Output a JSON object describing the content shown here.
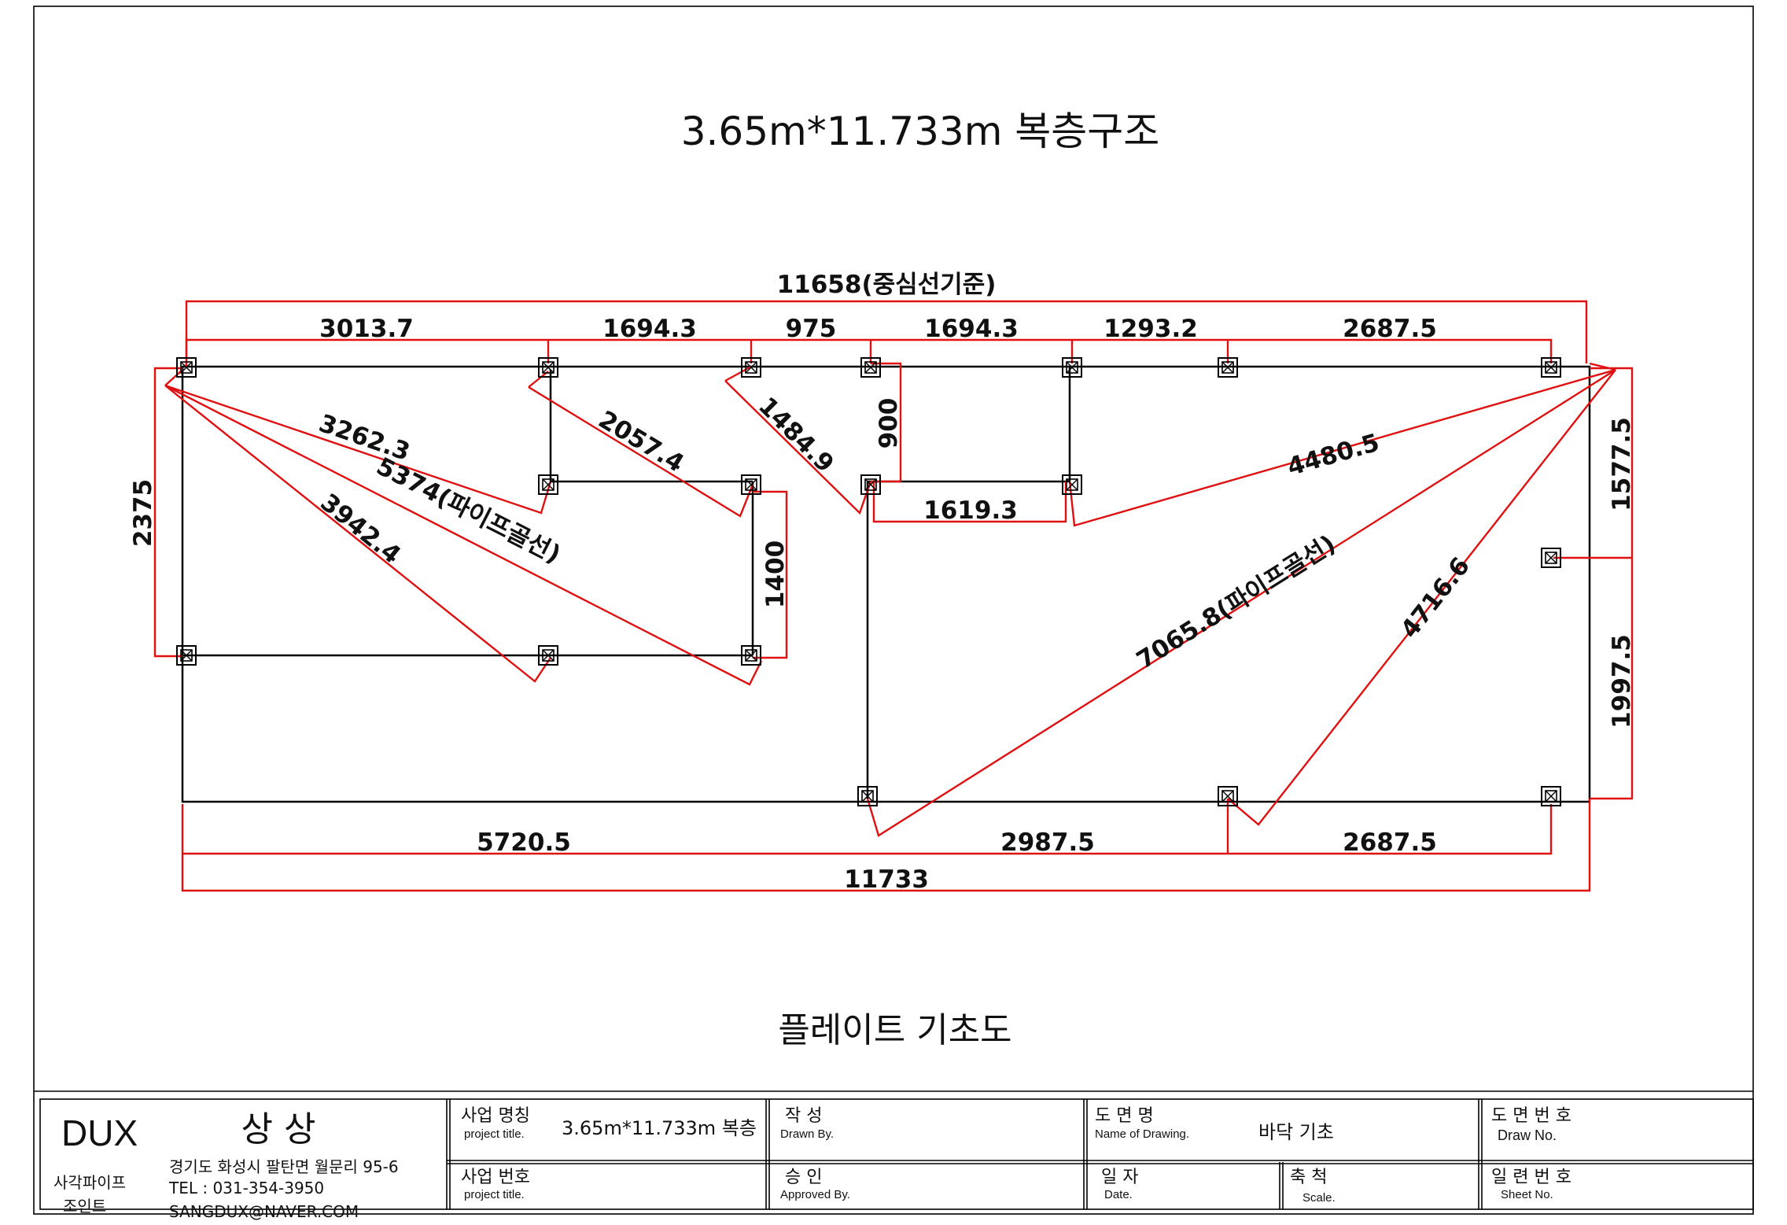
{
  "drawing_title": "3.65m*11.733m 복층구조",
  "plan_title": "플레이트 기초도",
  "colors": {
    "dimension_line": "#e01010",
    "structure_line": "#000000"
  },
  "dimensions": {
    "overall_top": "11658(중심선기준)",
    "top_segments": [
      "3013.7",
      "1694.3",
      "975",
      "1694.3",
      "1293.2",
      "2687.5"
    ],
    "left_height": "2375",
    "right_upper": "1577.5",
    "right_lower": "1997.5",
    "diag_3262": "3262.3",
    "diag_5374": "5374(파이프골선)",
    "diag_3942": "3942.4",
    "diag_2057": "2057.4",
    "diag_1484": "1484.9",
    "vert_900": "900",
    "vert_1400": "1400",
    "horiz_1619": "1619.3",
    "diag_4480": "4480.5",
    "diag_7065": "7065.8(파이프골선)",
    "diag_4716": "4716.6",
    "bottom_segments": [
      "5720.5",
      "2987.5",
      "2687.5"
    ],
    "overall_bottom": "11733"
  },
  "title_block": {
    "brand": "DUX",
    "company_name": "상 상",
    "company_type_line1": "사각파이프",
    "company_type_line2": "조인트",
    "address": "경기도 화성시 팔탄면 월문리 95-6",
    "tel": "TEL : 031-354-3950",
    "email": "SANGDUX@NAVER.COM",
    "project_name_label": "사업 명칭",
    "project_name_label_en": "project title.",
    "project_name_value": "3.65m*11.733m 복층",
    "project_no_label": "사업 번호",
    "project_no_label_en": "project title.",
    "drawn_label": "작  성",
    "drawn_label_en": "Drawn By.",
    "approved_label": "승  인",
    "approved_label_en": "Approved By.",
    "drawing_name_label": "도 면 명",
    "drawing_name_label_en": "Name of Drawing.",
    "drawing_name_value": "바닥 기초",
    "date_label": "일  자",
    "date_label_en": "Date.",
    "scale_label": "축  척",
    "scale_label_en": "Scale.",
    "draw_no_label": "도 면 번 호",
    "draw_no_label_en": "Draw No.",
    "sheet_no_label": "일 련 번 호",
    "sheet_no_label_en": "Sheet No."
  }
}
